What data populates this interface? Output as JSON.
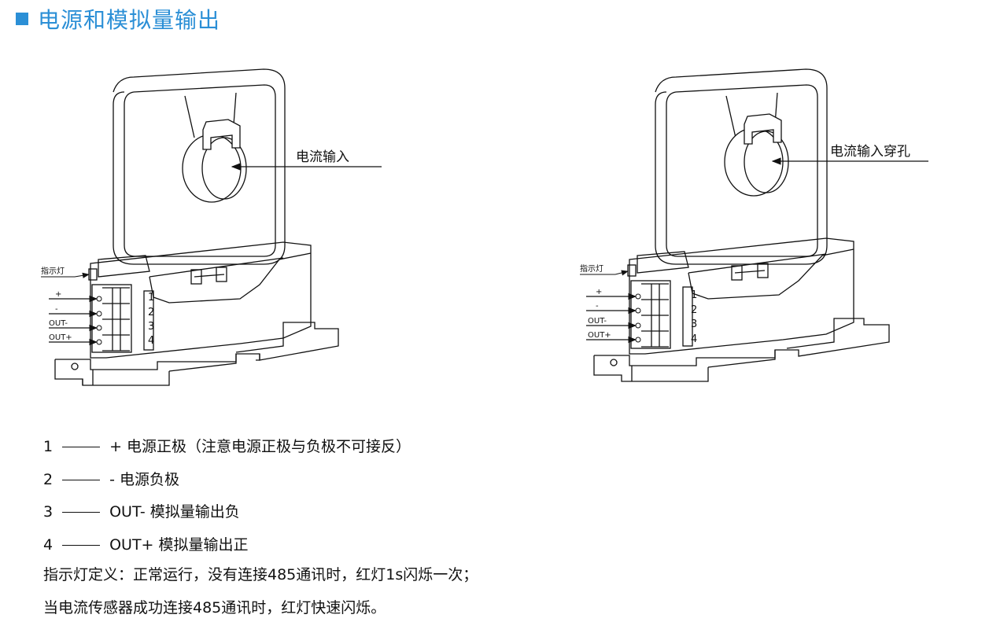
{
  "title": "电源和模拟量输出",
  "colors": {
    "accent": "#2b8fd6",
    "ink": "#111111"
  },
  "diagrams": [
    {
      "callout": "电流输入",
      "indicator": "指示灯",
      "terminals": [
        "+",
        "-",
        "OUT-",
        "OUT+"
      ],
      "pins": [
        "1",
        "2",
        "3",
        "4"
      ]
    },
    {
      "callout": "电流输入穿孔",
      "indicator": "指示灯",
      "terminals": [
        "+",
        "-",
        "OUT-",
        "OUT+"
      ],
      "pins": [
        "1",
        "2",
        "3",
        "4"
      ]
    }
  ],
  "pin_legend": [
    {
      "num": "1",
      "text": "+ 电源正极（注意电源正极与负极不可接反）"
    },
    {
      "num": "2",
      "text": "- 电源负极"
    },
    {
      "num": "3",
      "text": "OUT- 模拟量输出负"
    },
    {
      "num": "4",
      "text": "OUT+ 模拟量输出正"
    }
  ],
  "indicator_notes": [
    "指示灯定义：正常运行，没有连接485通讯时，红灯1s闪烁一次；",
    "当电流传感器成功连接485通讯时，红灯快速闪烁。"
  ]
}
